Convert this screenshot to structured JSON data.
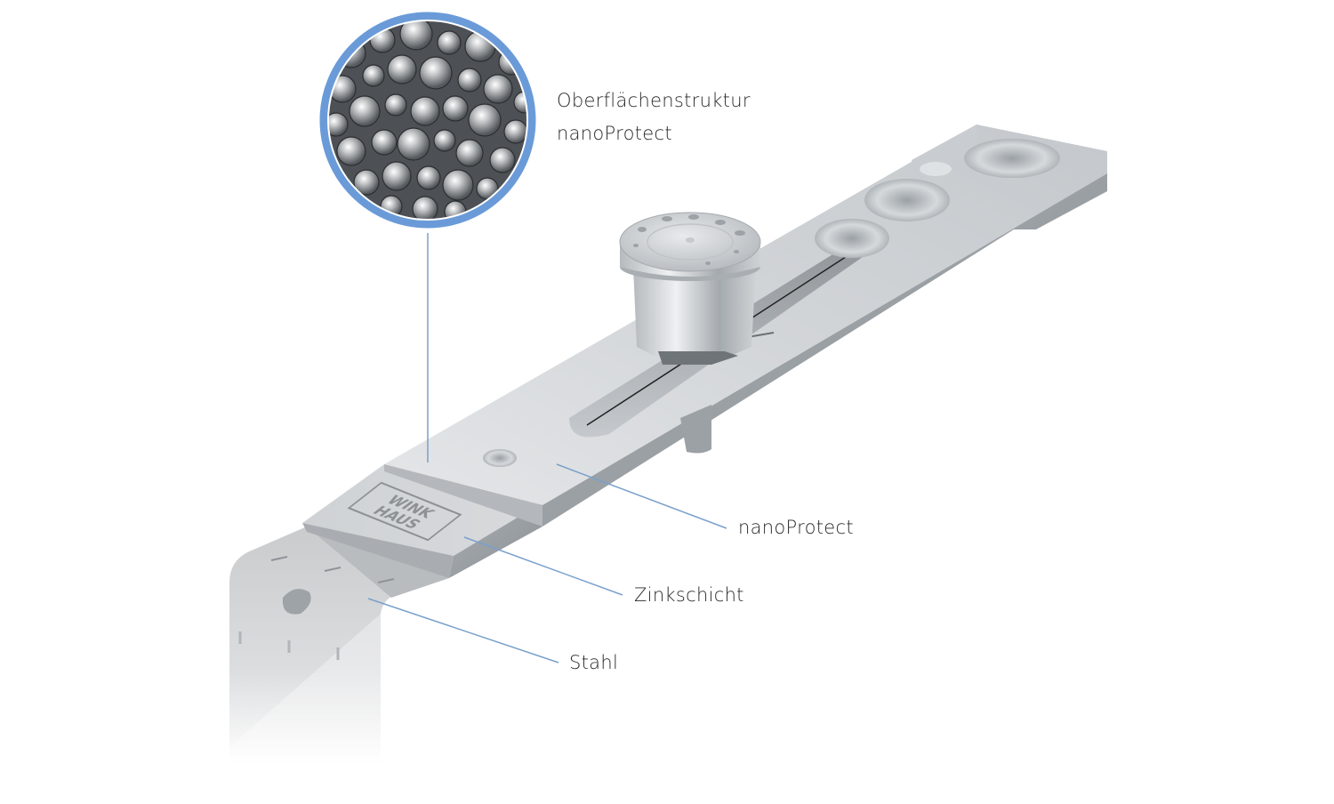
{
  "figure": {
    "title": "Oberflächenstruktur nanoProtect",
    "subject": "Winkhaus locking bar with roller cam (cross-section of coating layers)",
    "accent_color": "#6a9bd8",
    "leader_color": "#7aa0cc",
    "logo_text": "WINKHAUS"
  },
  "magnifier": {
    "caption_line1": "Oberflächenstruktur",
    "caption_line2": "nanoProtect",
    "ring_color": "#6a9bd8"
  },
  "callouts": [
    {
      "id": "nanoprotect",
      "label": "nanoProtect"
    },
    {
      "id": "zinkschicht",
      "label": "Zinkschicht"
    },
    {
      "id": "stahl",
      "label": "Stahl"
    }
  ]
}
